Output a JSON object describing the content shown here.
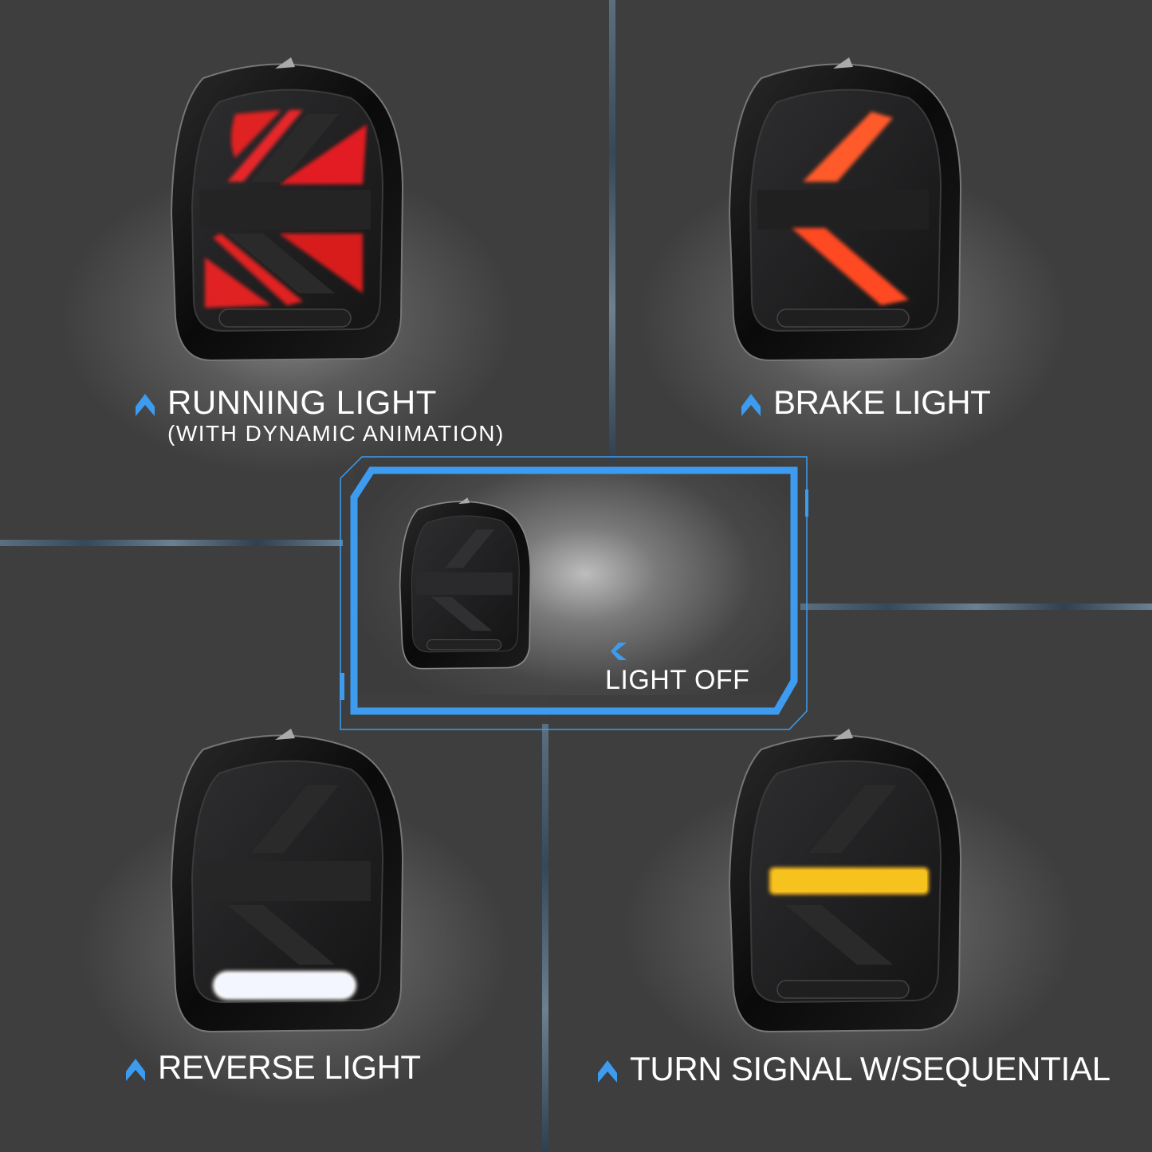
{
  "colors": {
    "accent_blue": "#3d9cf0",
    "background": "#3f3f40",
    "running_red": "#e02222",
    "brake_orange": "#ff5a2a",
    "turn_amber": "#f7b81c",
    "reverse_white": "#f4f6ff"
  },
  "panels": [
    {
      "id": "running",
      "title": "RUNNING LIGHT",
      "subtitle": "(WITH DYNAMIC ANIMATION)",
      "icon": "chevron-up-icon",
      "state": "running-light"
    },
    {
      "id": "brake",
      "title": "BRAKE LIGHT",
      "icon": "chevron-up-icon",
      "state": "brake-light"
    },
    {
      "id": "off",
      "title": "LIGHT OFF",
      "icon": "chevron-left-icon",
      "state": "light-off"
    },
    {
      "id": "reverse",
      "title": "REVERSE LIGHT",
      "icon": "chevron-up-icon",
      "state": "reverse-light"
    },
    {
      "id": "turn",
      "title": "TURN SIGNAL W/SEQUENTIAL",
      "icon": "chevron-up-icon",
      "state": "turn-signal"
    }
  ]
}
